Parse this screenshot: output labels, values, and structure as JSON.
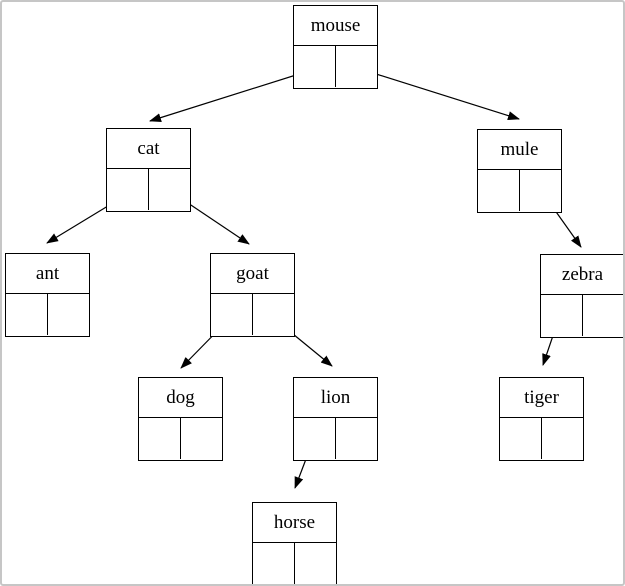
{
  "figure": {
    "kind": "binary-search-tree-node-diagram",
    "background_color": "#ffffff",
    "line_color": "#000000",
    "frame_border_color": "#c6c6c6"
  },
  "nodes": [
    {
      "id": "mouse",
      "label": "mouse"
    },
    {
      "id": "cat",
      "label": "cat"
    },
    {
      "id": "mule",
      "label": "mule"
    },
    {
      "id": "ant",
      "label": "ant"
    },
    {
      "id": "goat",
      "label": "goat"
    },
    {
      "id": "zebra",
      "label": "zebra"
    },
    {
      "id": "dog",
      "label": "dog"
    },
    {
      "id": "lion",
      "label": "lion"
    },
    {
      "id": "tiger",
      "label": "tiger"
    },
    {
      "id": "horse",
      "label": "horse"
    }
  ],
  "edges": [
    {
      "from": "mouse",
      "pointer": "left",
      "to": "cat"
    },
    {
      "from": "mouse",
      "pointer": "right",
      "to": "mule"
    },
    {
      "from": "cat",
      "pointer": "left",
      "to": "ant"
    },
    {
      "from": "cat",
      "pointer": "right",
      "to": "goat"
    },
    {
      "from": "mule",
      "pointer": "right",
      "to": "zebra"
    },
    {
      "from": "goat",
      "pointer": "left",
      "to": "dog"
    },
    {
      "from": "goat",
      "pointer": "right",
      "to": "lion"
    },
    {
      "from": "zebra",
      "pointer": "left",
      "to": "tiger"
    },
    {
      "from": "lion",
      "pointer": "left",
      "to": "horse"
    }
  ]
}
